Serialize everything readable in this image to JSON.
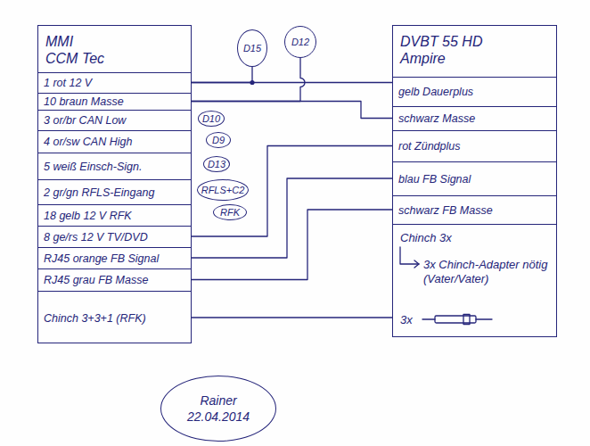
{
  "diagram": {
    "nodes": [
      {
        "text": [
          "MMI CCM Tec"
        ]
      },
      {
        "text": [
          "1 rot 12 V"
        ],
        "in": 0
      },
      {
        "text": [
          "10 braun Masse"
        ],
        "in": 0
      },
      {
        "text": [
          "3 or/br CAN Low"
        ],
        "in": 0
      },
      {
        "text": [
          "4 or/sw CAN High"
        ],
        "in": 0
      },
      {
        "text": [
          "5 weiß Einsch-Sign."
        ],
        "in": 0
      },
      {
        "text": [
          "2 gr/gn RFLS-Eingang"
        ],
        "in": 0
      },
      {
        "text": [
          "18 gelb 12 V RFK"
        ],
        "in": 0
      },
      {
        "text": [
          "8 ge/rs 12 V TV/DVD"
        ],
        "in": 0
      },
      {
        "text": [
          "RJ45 orange FB Signal"
        ],
        "in": 0
      },
      {
        "text": [
          "RJ45 grau FB Masse"
        ],
        "in": 0
      },
      {
        "text": [
          "Chinch 3+3+1 (RFK)"
        ],
        "in": 0
      },
      {
        "text": [
          "D15"
        ]
      },
      {
        "text": [
          "D12"
        ]
      },
      {
        "text": [
          "DVBT 55 HD Ampire"
        ]
      },
      {
        "text": [
          "gelb Dauerplus"
        ],
        "in": 14
      },
      {
        "text": [
          "schwarz Masse"
        ],
        "in": 14
      },
      {
        "text": [
          "rot Zündplus"
        ],
        "in": 14
      },
      {
        "text": [
          "blau FB Signal"
        ],
        "in": 14
      },
      {
        "text": [
          "schwarz FB Masse"
        ],
        "in": 14
      },
      {
        "text": [
          "Chinch 3x",
          "3x Chinch-Adapter nötig (Vater/Vater)",
          "3x"
        ],
        "in": 14
      },
      {
        "text": [
          "D10"
        ]
      },
      {
        "text": [
          "D9"
        ]
      },
      {
        "text": [
          "D13"
        ]
      },
      {
        "text": [
          "RFLS+C2"
        ]
      },
      {
        "text": [
          "RFK"
        ]
      },
      {
        "text": [
          "Rainer",
          "22.04.2014"
        ]
      }
    ],
    "edges": [
      {
        "from": 1,
        "to": 15,
        "arrow": "none"
      },
      {
        "from": 2,
        "to": 16,
        "arrow": "none"
      },
      {
        "from": 8,
        "to": 17,
        "arrow": "none"
      },
      {
        "from": 9,
        "to": 18,
        "arrow": "none"
      },
      {
        "from": 10,
        "to": 19,
        "arrow": "none"
      },
      {
        "from": 11,
        "to": 20,
        "arrow": "none"
      },
      {
        "from": 12,
        "to": 1,
        "arrow": "none"
      },
      {
        "from": 13,
        "to": 2,
        "arrow": "none"
      }
    ]
  }
}
